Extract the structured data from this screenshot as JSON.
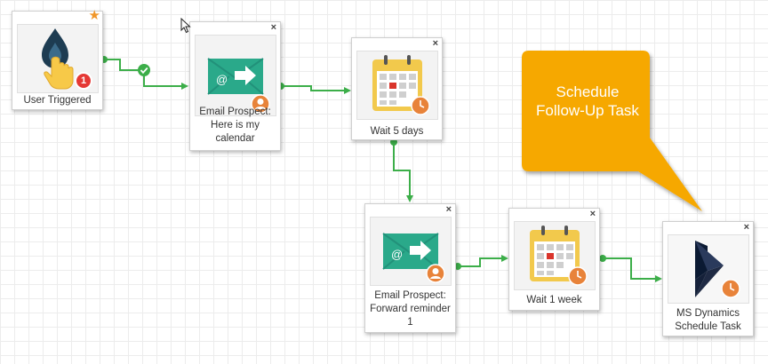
{
  "nodes": {
    "user_triggered": {
      "label": "User Triggered",
      "badge": "1"
    },
    "email_1": {
      "label": "Email Prospect: Here is my calendar"
    },
    "wait_5": {
      "label": "Wait 5 days"
    },
    "email_2": {
      "label": "Email Prospect: Forward reminder 1"
    },
    "wait_week": {
      "label": "Wait 1 week"
    },
    "ms_dynamics": {
      "label": "MS Dynamics Schedule Task"
    }
  },
  "close_glyph": "×",
  "star_glyph": "★",
  "callout": {
    "text": "Schedule Follow-Up Task",
    "color": "#f6a800"
  },
  "colors": {
    "connector": "#3cae49",
    "email_icon": "#2aa98a",
    "calendar_yellow": "#f2c94c",
    "avatar_orange": "#e8833a",
    "badge_red": "#e53935",
    "dynamics_navy": "#1f2a44"
  }
}
